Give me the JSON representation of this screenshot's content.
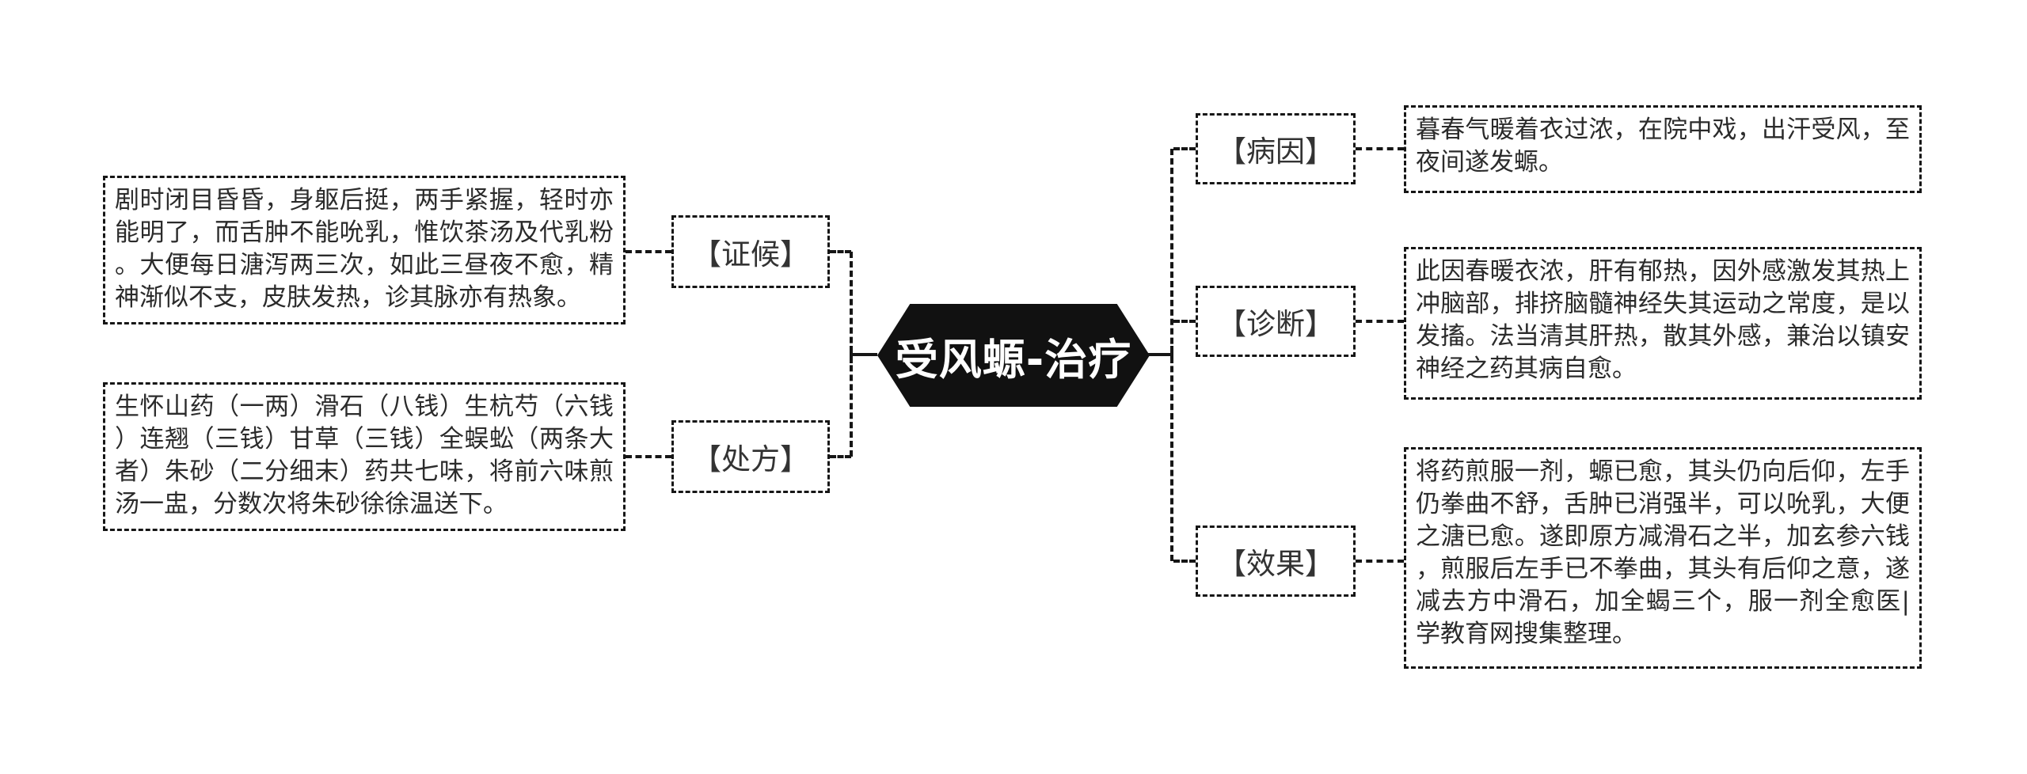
{
  "center": {
    "title": "受风螈-治疗"
  },
  "left_branches": [
    {
      "label": "【证候】",
      "content": "剧时闭目昏昏，身躯后挺，两手紧握，轻时亦能明了，而舌肿不能吮乳，惟饮茶汤及代乳粉。大便每日溏泻两三次，如此三昼夜不愈，精神渐似不支，皮肤发热，诊其脉亦有热象。"
    },
    {
      "label": "【处方】",
      "content": "生怀山药（一两）滑石（八钱）生杭芍（六钱）连翘（三钱）甘草（三钱）全蜈蚣（两条大者）朱砂（二分细末）药共七味，将前六味煎汤一盅，分数次将朱砂徐徐温送下。"
    }
  ],
  "right_branches": [
    {
      "label": "【病因】",
      "content": "暮春气暖着衣过浓，在院中戏，出汗受风，至夜间遂发螈。"
    },
    {
      "label": "【诊断】",
      "content": "此因春暖衣浓，肝有郁热，因外感激发其热上冲脑部，排挤脑髓神经失其运动之常度，是以发搐。法当清其肝热，散其外感，兼治以镇安神经之药其病自愈。"
    },
    {
      "label": "【效果】",
      "content": "将药煎服一剂，螈已愈，其头仍向后仰，左手仍拳曲不舒，舌肿已消强半，可以吮乳，大便之溏已愈。遂即原方减滑石之半，加玄参六钱，煎服后左手已不拳曲，其头有后仰之意，遂减去方中滑石，加全蝎三个，服一剂全愈医|学教育网搜集整理。"
    }
  ],
  "colors": {
    "line": "#161616",
    "text": "#2b2b2b",
    "node_bg": "#111111",
    "node_text": "#ffffff",
    "background": "#ffffff"
  }
}
